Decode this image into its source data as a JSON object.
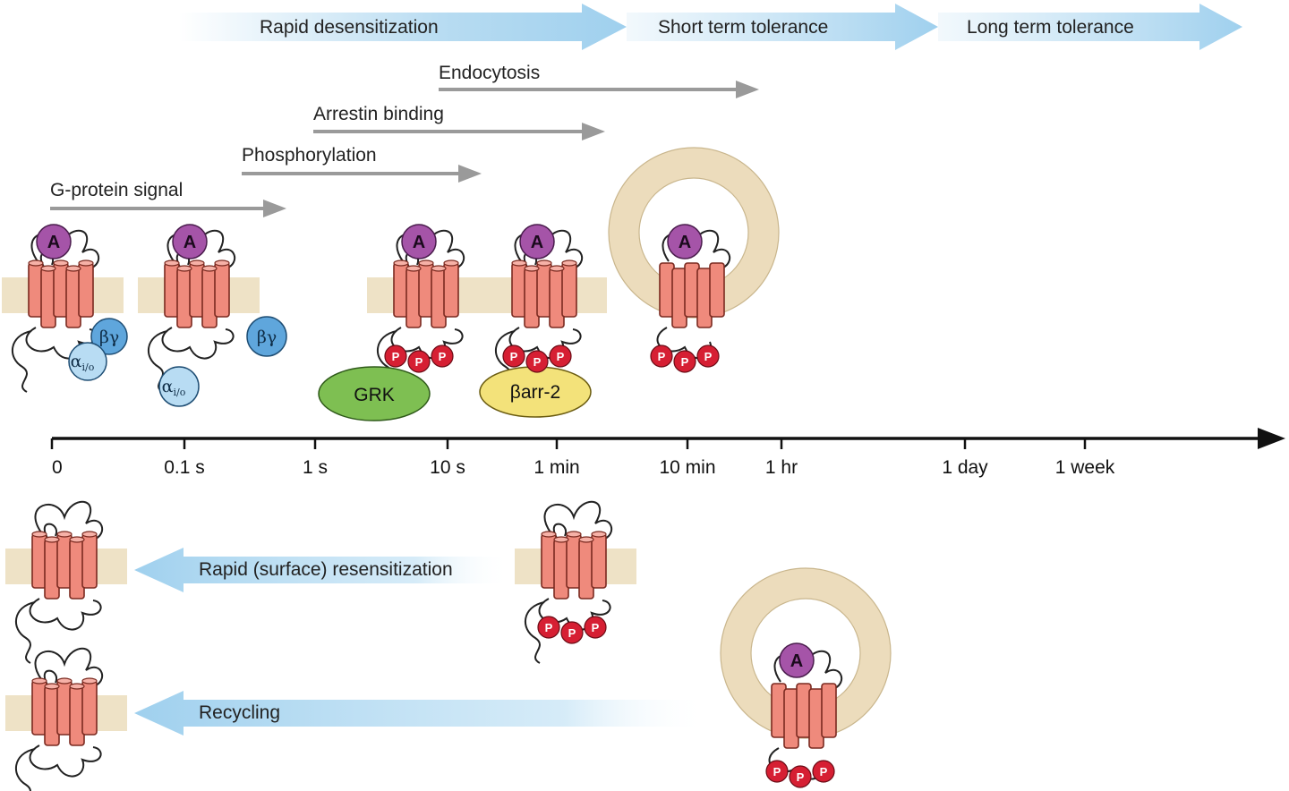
{
  "phases": [
    {
      "label": "Rapid desensitization"
    },
    {
      "label": "Short term tolerance"
    },
    {
      "label": "Long term tolerance"
    }
  ],
  "processes": [
    {
      "label": "Endocytosis"
    },
    {
      "label": "Arrestin binding"
    },
    {
      "label": "Phosphorylation"
    },
    {
      "label": "G-protein signal"
    }
  ],
  "timeline_ticks": [
    "0",
    "0.1 s",
    "1 s",
    "10 s",
    "1 min",
    "10 min",
    "1 hr",
    "1 day",
    "1 week"
  ],
  "molecules": {
    "agonist": "A",
    "beta_gamma": "βγ",
    "alpha_main": "α",
    "alpha_sub": "i/o",
    "phospho": "P",
    "grk": "GRK",
    "arrestin": "βarr-2"
  },
  "return_paths": [
    {
      "label": "Rapid (surface) resensitization"
    },
    {
      "label": "Recycling"
    }
  ],
  "colors": {
    "receptor": "#ef8a7c",
    "receptor_stroke": "#7a2a20",
    "membrane": "#eee2c6",
    "agonist": "#a554a8",
    "g_beta_gamma": "#5fa6dc",
    "g_alpha": "#b8dcf3",
    "phospho": "#d61f33",
    "grk": "#7ebf52",
    "arrestin": "#f3e27a",
    "vesicle": "#ecdcbc",
    "phase_arrow": "#aad5ef",
    "process_arrow": "#9a9a9a"
  }
}
